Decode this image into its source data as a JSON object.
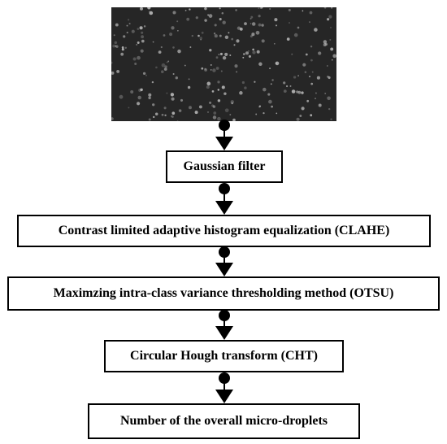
{
  "steps": [
    "Gaussian filter",
    "Contrast limited adaptive histogram equalization (CLAHE)",
    "Maximzing intra-class variance  thresholding method (OTSU)",
    "Circular Hough transform (CHT)",
    "Number of the overall micro-droplets"
  ],
  "colors": {
    "box_border": "#000000",
    "image_background": "#262626",
    "droplet": "#bdbdbd"
  }
}
